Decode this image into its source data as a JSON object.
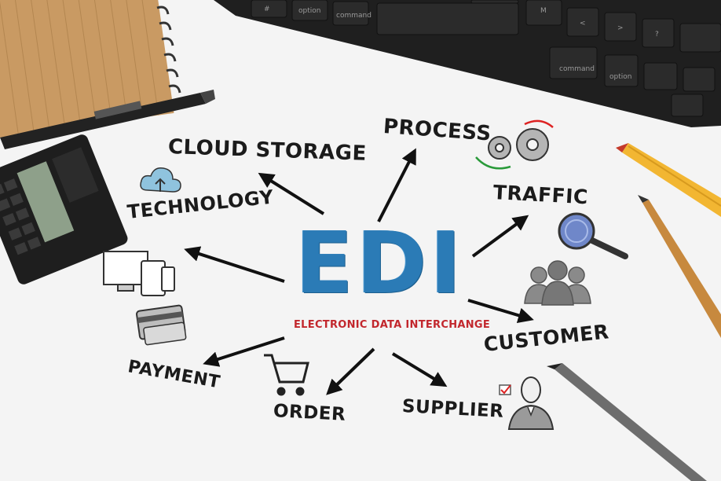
{
  "diagram": {
    "center_title": "EDI",
    "center_subtitle": "ELECTRONIC DATA INTERCHANGE",
    "branches": {
      "cloud_storage": "CLOUD STORAGE",
      "process": "PROCESS",
      "traffic": "TRAFFIC",
      "technology": "TECHNOLOGY",
      "customer": "CUSTOMER",
      "payment": "PAYMENT",
      "order": "ORDER",
      "supplier": "SUPPLIER"
    }
  },
  "keyboard": {
    "keys": [
      "#",
      "option",
      "command",
      "M",
      "<",
      ">",
      "?",
      "command",
      "option"
    ]
  },
  "colors": {
    "edi_blue": "#2b7bb6",
    "subtitle_red": "#c2272d",
    "pencil_yellow": "#f2b632",
    "keyboard_black": "#1f1f1f"
  },
  "icons": [
    "cloud-upload-icon",
    "computer-devices-icon",
    "credit-card-icon",
    "shopping-cart-icon",
    "businessman-icon",
    "people-group-icon",
    "magnifier-icon",
    "gears-icon"
  ]
}
